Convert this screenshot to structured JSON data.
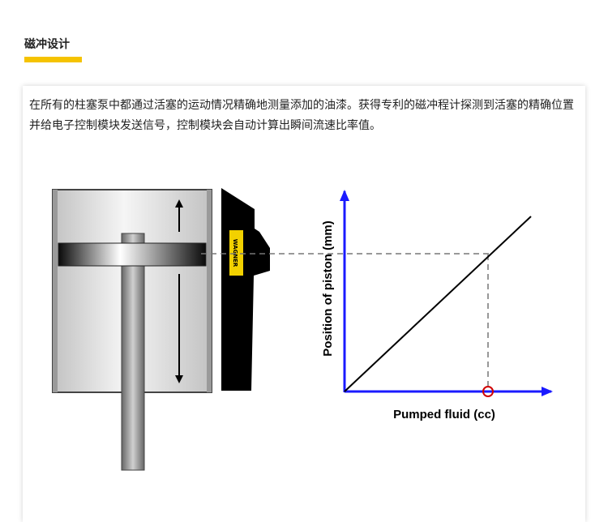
{
  "section": {
    "title": "磁冲设计",
    "accent_color": "#f5c300"
  },
  "description": "在所有的柱塞泵中都通过活塞的运动情况精确地测量添加的油漆。获得专利的磁冲程计探测到活塞的精确位置并给电子控制模块发送信号，控制模块会自动计算出瞬间流速比率值。",
  "diagram": {
    "sensor_label": "WAGNER",
    "sensor_color": "#f2d100",
    "graph": {
      "y_axis_label": "Position of piston (mm)",
      "x_axis_label": "Pumped fluid (cc)",
      "axis_color": "#1a1aff",
      "marker_color": "#d10000"
    }
  }
}
